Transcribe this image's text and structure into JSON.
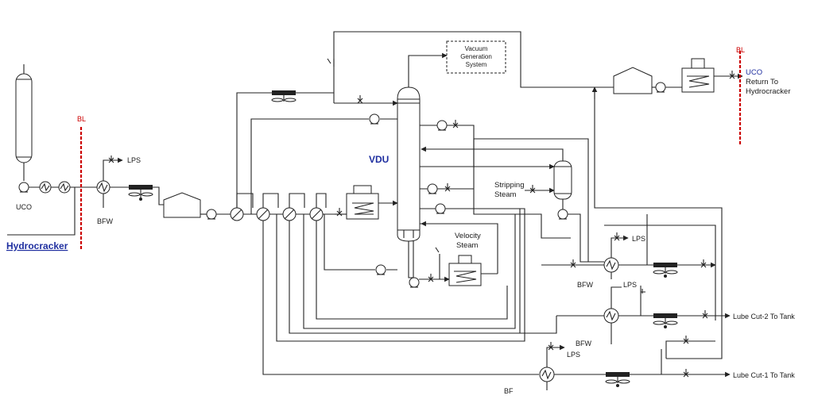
{
  "labels": {
    "uco": "UCO",
    "bfw_left": "BFW",
    "lps_left": "LPS",
    "bl_left": "BL",
    "hydrocracker": "Hydrocracker",
    "vdu": "VDU",
    "vacuum_gen": [
      "Vacuum",
      "Generation",
      "System"
    ],
    "stripping_steam": [
      "Stripping",
      "Steam"
    ],
    "velocity_steam": [
      "Velocity",
      "Steam"
    ],
    "bl_right": "BL",
    "uco_return": [
      "UCO",
      "Return To",
      "Hydrocracker"
    ],
    "lps_1": "LPS",
    "bfw_1": "BFW",
    "lps_2": "LPS",
    "bfw_2": "BFW",
    "lps_3": "LPS",
    "bf": "BF",
    "lube_out_2": "Lube Cut-2 To Tank",
    "lube_out_1": "Lube Cut-1 To Tank"
  },
  "colors": {
    "line": "#222222",
    "battery_limit": "#cc0000",
    "label_blue": "#1f2fa0"
  }
}
